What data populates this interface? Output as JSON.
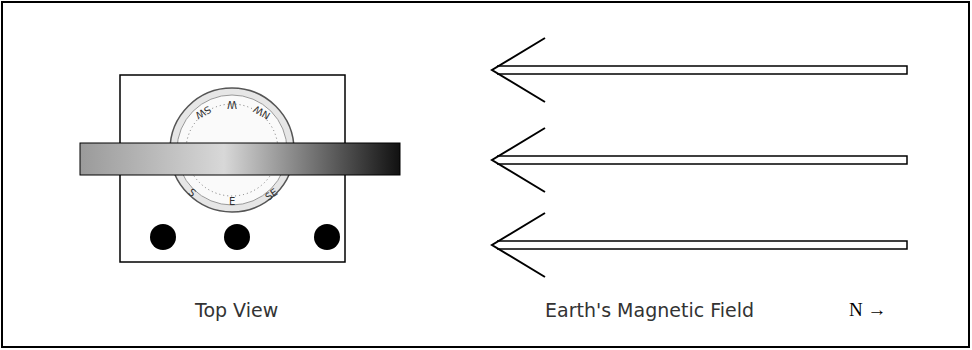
{
  "diagram": {
    "labels": [
      "Top View",
      "Earth's Magnetic Field",
      "N →",
      "SW",
      "W",
      "NW",
      "SE",
      "E",
      "S"
    ]
  }
}
